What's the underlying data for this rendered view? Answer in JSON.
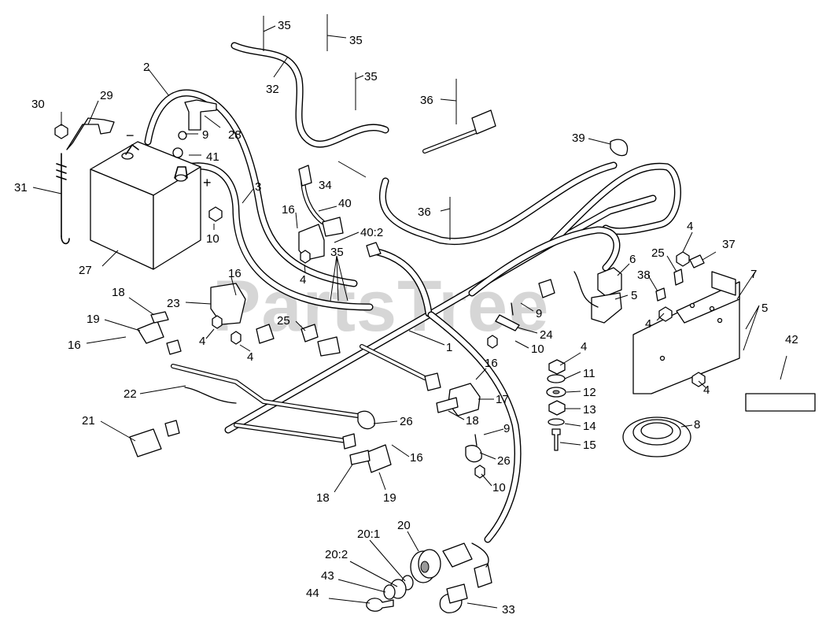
{
  "watermark": "PartsTree",
  "polarity": {
    "negative": "−",
    "positive": "+"
  },
  "callouts": [
    "35",
    "35",
    "35",
    "32",
    "2",
    "36",
    "30",
    "29",
    "28",
    "9",
    "39",
    "41",
    "34",
    "31",
    "3",
    "40",
    "16",
    "36",
    "40:2",
    "10",
    "27",
    "35",
    "4",
    "4",
    "37",
    "25",
    "7",
    "6",
    "38",
    "16",
    "18",
    "23",
    "5",
    "5",
    "19",
    "25",
    "9",
    "4",
    "16",
    "4",
    "4",
    "24",
    "1",
    "10",
    "4",
    "42",
    "11",
    "16",
    "12",
    "17",
    "4",
    "22",
    "13",
    "18",
    "14",
    "8",
    "21",
    "26",
    "9",
    "15",
    "16",
    "26",
    "10",
    "18",
    "19",
    "20:1",
    "20",
    "20:2",
    "43",
    "44",
    "33"
  ]
}
